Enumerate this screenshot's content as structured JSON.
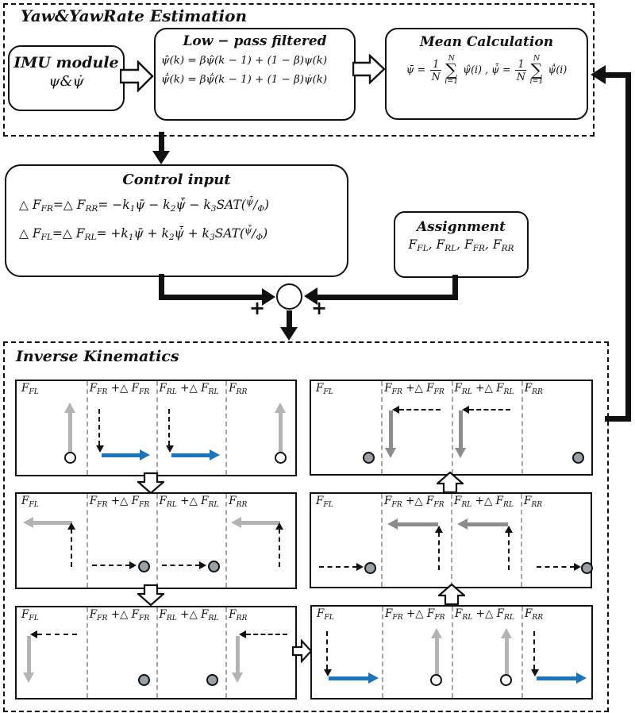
{
  "colors": {
    "blue": "#1b75bc",
    "gray_light": "#b3b3b3",
    "gray_dark": "#8c8c8c",
    "sep_gray": "#a6a6a6",
    "ink": "#111111"
  },
  "estimation": {
    "title": "Yaw&YawRate Estimation",
    "imu": {
      "title": "IMU module",
      "signals": "ψ&ψ̇"
    },
    "lpf": {
      "title": "Low − pass filtered",
      "eq1": [
        {
          "t": "ψ̂(k) = βψ̂(k − 1) + (1 − β)ψ(k)"
        }
      ],
      "eq2": [
        {
          "t": "ψ̂̇(k) = βψ̂̇(k − 1) + (1 − β)ψ̇(k)"
        }
      ]
    },
    "mean": {
      "title": "Mean Calculation",
      "eq": [
        {
          "t": "ψ̄ = "
        },
        {
          "f": [
            "1",
            "N"
          ]
        },
        {
          "S": [
            "N",
            "i=1"
          ]
        },
        {
          "t": " ψ̂(i) , ψ̇̄ = "
        },
        {
          "f": [
            "1",
            "N"
          ]
        },
        {
          "S": [
            "N",
            "i=1"
          ]
        },
        {
          "t": " ψ̂̇(i)"
        }
      ]
    }
  },
  "control": {
    "title": "Control input",
    "eq1": [
      {
        "t": "△ F"
      },
      {
        "s": "FR"
      },
      {
        "t": "=△ F"
      },
      {
        "s": "RR"
      },
      {
        "t": "= −k"
      },
      {
        "s": "1"
      },
      {
        "t": "ψ̄ − k"
      },
      {
        "s": "2"
      },
      {
        "t": "ψ̇̄ − k"
      },
      {
        "s": "3"
      },
      {
        "t": "SAT("
      },
      {
        "u": "ψ̇̄"
      },
      {
        "t": "∕"
      },
      {
        "s": "Φ"
      },
      {
        "t": ")"
      }
    ],
    "eq2": [
      {
        "t": "△ F"
      },
      {
        "s": "FL"
      },
      {
        "t": "=△ F"
      },
      {
        "s": "RL"
      },
      {
        "t": "= +k"
      },
      {
        "s": "1"
      },
      {
        "t": "ψ̄ + k"
      },
      {
        "s": "2"
      },
      {
        "t": "ψ̇̄ + k"
      },
      {
        "s": "3"
      },
      {
        "t": "SAT("
      },
      {
        "u": "ψ̇̄"
      },
      {
        "t": "∕"
      },
      {
        "s": "Φ"
      },
      {
        "t": ")"
      }
    ]
  },
  "assignment": {
    "title": "Assignment",
    "forces": [
      {
        "t": "F"
      },
      {
        "s": "FL"
      },
      {
        "t": ", F"
      },
      {
        "s": "RL"
      },
      {
        "t": ", F"
      },
      {
        "s": "FR"
      },
      {
        "t": ", F"
      },
      {
        "s": "RR"
      }
    ]
  },
  "junction": {
    "plus_left": "+",
    "plus_right": "+"
  },
  "ik": {
    "title": "Inverse Kinematics",
    "labels": [
      [
        {
          "t": "F"
        },
        {
          "s": "FL"
        }
      ],
      [
        {
          "t": "F"
        },
        {
          "s": "FR"
        },
        {
          "t": " +△ F"
        },
        {
          "s": "FR"
        }
      ],
      [
        {
          "t": "F"
        },
        {
          "s": "RL"
        },
        {
          "t": " +△ F"
        },
        {
          "s": "RL"
        }
      ],
      [
        {
          "t": "F"
        },
        {
          "s": "RR"
        }
      ]
    ]
  }
}
